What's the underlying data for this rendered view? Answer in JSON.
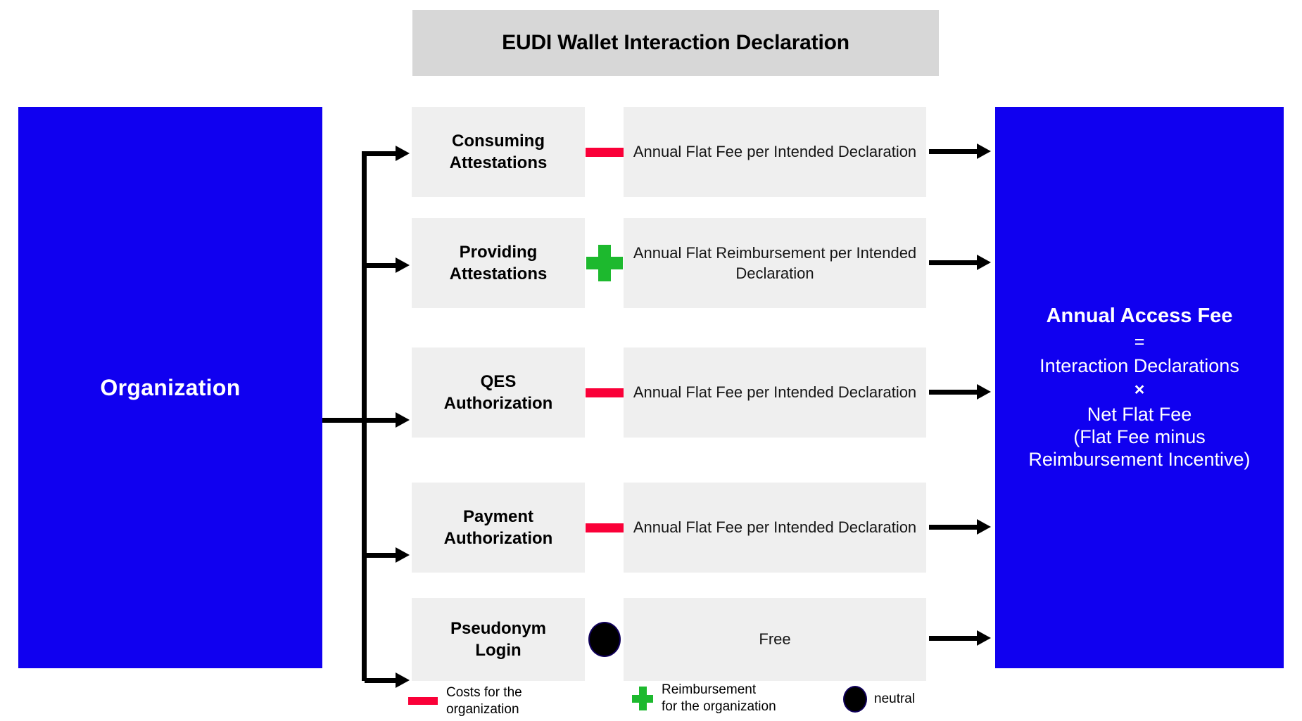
{
  "title": {
    "text": "EUDI Wallet Interaction Declaration"
  },
  "colors": {
    "blue": "#1000f0",
    "banner_gray": "#d7d7d7",
    "cell_gray": "#efefef",
    "cost_red": "#fa0038",
    "reimbursement_green": "#1db92e",
    "neutral_black": "#000000"
  },
  "source": {
    "label": "Organization"
  },
  "rows": [
    {
      "label": "Consuming\nAttestations",
      "label_line1": "Consuming",
      "label_line2": "Attestations",
      "sign": "minus",
      "sign_icon": "minus-dash-icon",
      "fee": "Annual Flat Fee per Intended Declaration"
    },
    {
      "label": "Providing Attestations",
      "label_line1": "Providing",
      "label_line2": "Attestations",
      "sign": "plus",
      "sign_icon": "plus-icon",
      "fee": "Annual Flat Reimbursement per Intended Declaration"
    },
    {
      "label": "QES Authorization",
      "label_line1": "QES",
      "label_line2": "Authorization",
      "sign": "minus",
      "sign_icon": "minus-dash-icon",
      "fee": "Annual Flat Fee per Intended Declaration"
    },
    {
      "label": "Payment Authorization",
      "label_line1": "Payment",
      "label_line2": "Authorization",
      "sign": "minus",
      "sign_icon": "minus-dash-icon",
      "fee": "Annual Flat Fee per Intended Declaration"
    },
    {
      "label": "Pseudonym Login",
      "label_line1": "Pseudonym",
      "label_line2": "Login",
      "sign": "neutral",
      "sign_icon": "neutral-circle-icon",
      "fee": "Free"
    }
  ],
  "result": {
    "title": "Annual Access Fee",
    "equals": "=",
    "line1": "Interaction Declarations",
    "times": "×",
    "line2": "Net Flat Fee",
    "line3": "(Flat Fee minus",
    "line4": "Reimbursement Incentive)"
  },
  "legend": {
    "costs": {
      "icon": "minus-dash-icon",
      "line1": "Costs for the",
      "line2": "organization"
    },
    "reimbursement": {
      "icon": "plus-icon",
      "line1": "Reimbursement",
      "line2": "for the organization"
    },
    "neutral": {
      "icon": "neutral-circle-icon",
      "label": "neutral"
    }
  }
}
